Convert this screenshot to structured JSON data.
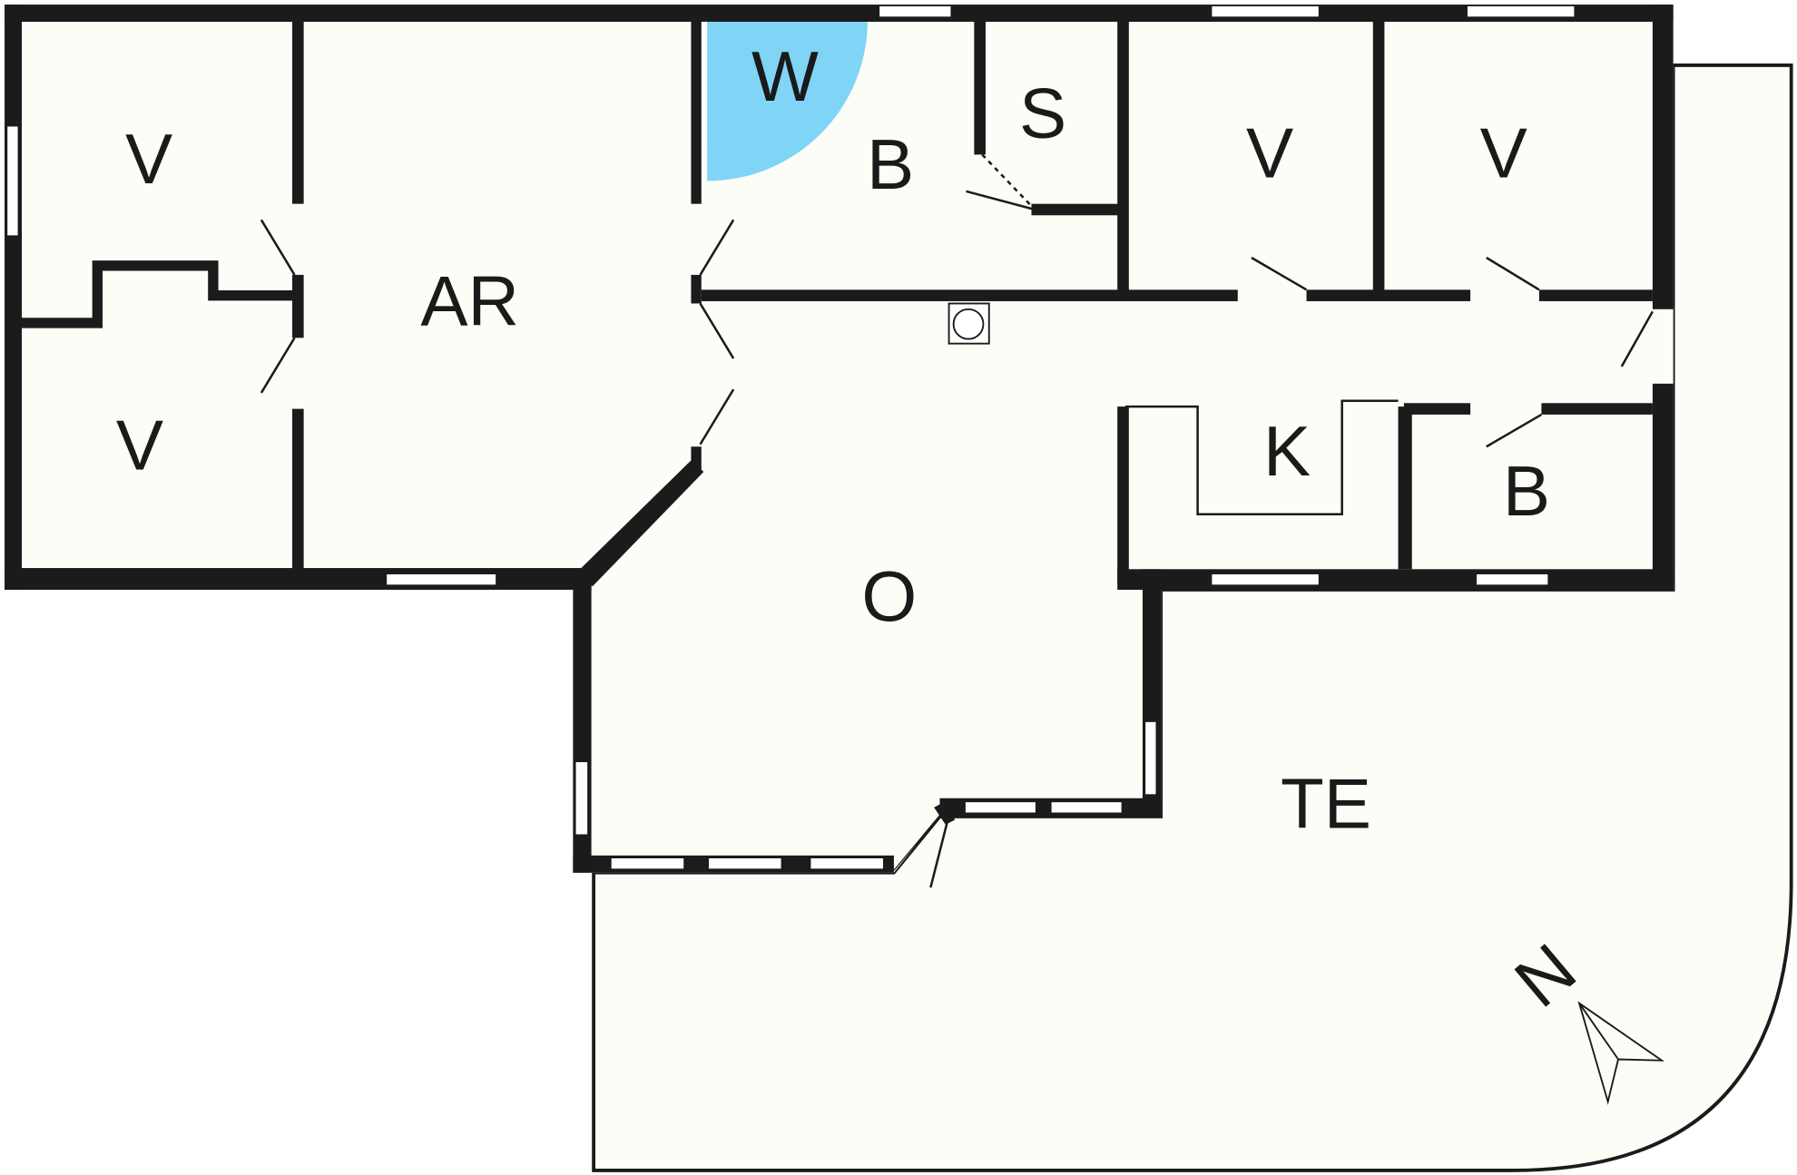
{
  "plan": {
    "rooms": [
      {
        "id": "v1",
        "label": "V"
      },
      {
        "id": "v2",
        "label": "V"
      },
      {
        "id": "ar",
        "label": "AR"
      },
      {
        "id": "w",
        "label": "W"
      },
      {
        "id": "b1",
        "label": "B"
      },
      {
        "id": "s",
        "label": "S"
      },
      {
        "id": "v3",
        "label": "V"
      },
      {
        "id": "v4",
        "label": "V"
      },
      {
        "id": "k",
        "label": "K"
      },
      {
        "id": "b2",
        "label": "B"
      },
      {
        "id": "o",
        "label": "O"
      },
      {
        "id": "te",
        "label": "TE"
      }
    ],
    "north_label": "N",
    "colors": {
      "wall": "#1b1b1b",
      "floor": "#fdfdf8",
      "washer": "#80d4f6",
      "background": "#ffffff"
    }
  }
}
